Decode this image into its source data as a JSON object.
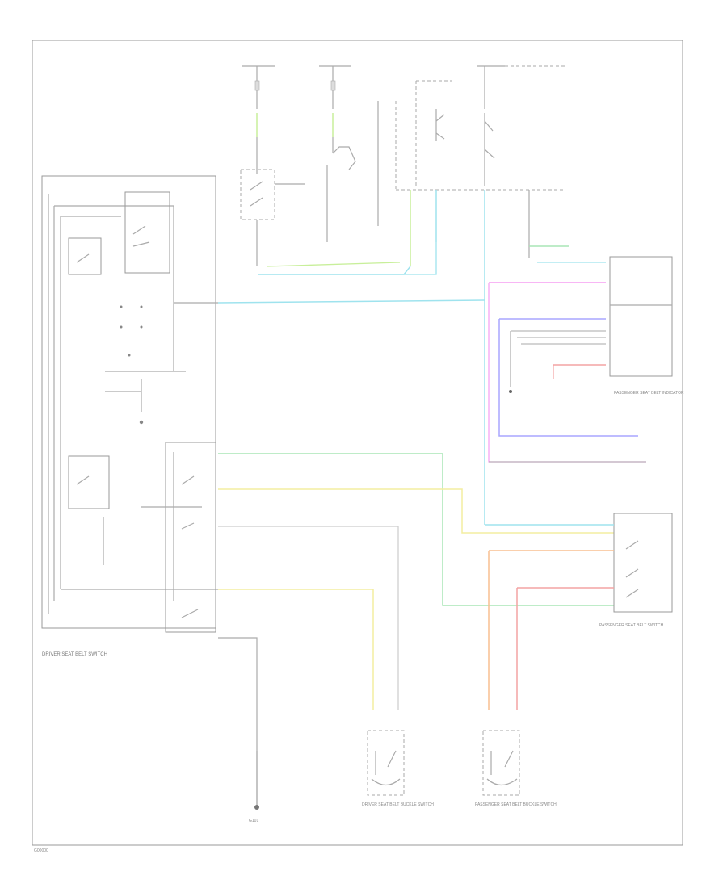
{
  "wire_colors": {
    "cyan": "#9fe3ee",
    "light_green": "#c8ef9a",
    "magenta": "#f59df2",
    "blue": "#a8a6ff",
    "yellow": "#f3eda0",
    "green": "#a9e6b6",
    "orange": "#f8bf90",
    "red": "#f4a3a3",
    "gray": "#aaaaaa"
  },
  "labels": {
    "driver_switch": "DRIVER SEAT BELT SWITCH",
    "passenger_indicator": "PASSENGER SEAT BELT INDICATOR",
    "passenger_switch": "PASSENGER SEAT BELT SWITCH",
    "driver_buckle": "DRIVER SEAT BELT BUCKLE SWITCH",
    "passenger_buckle": "PASSENGER SEAT BELT BUCKLE SWITCH",
    "ground": "G101",
    "figure_id": "G00000"
  }
}
